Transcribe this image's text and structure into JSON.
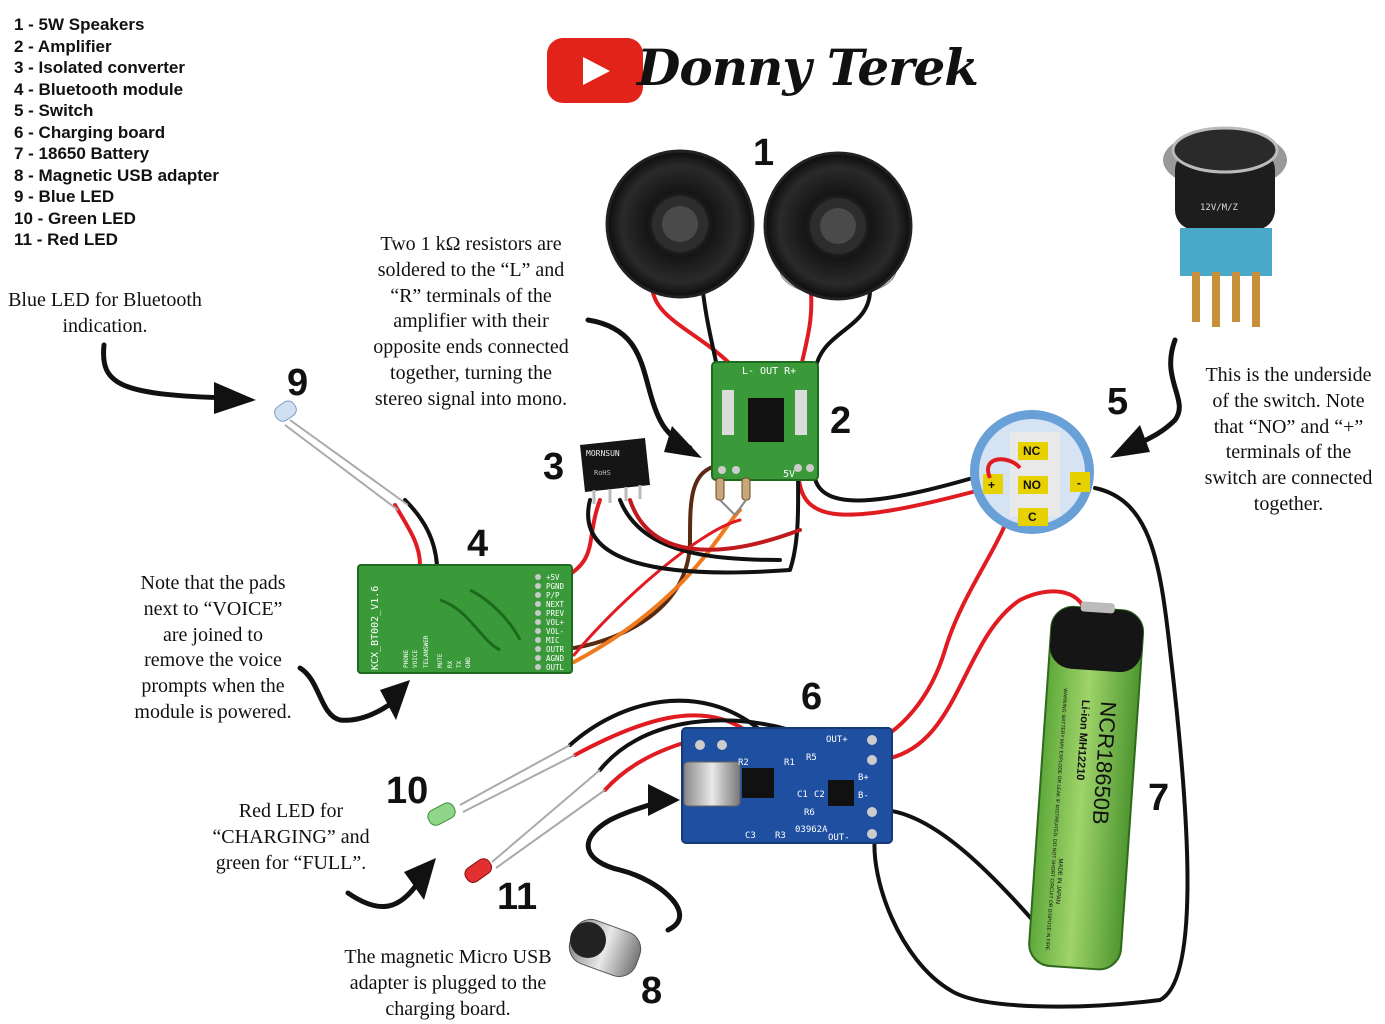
{
  "brand": {
    "name": "Donny Terek",
    "colors": {
      "youtube_red": "#e2231a",
      "pcb_green": "#3a9a3a",
      "pcb_blue": "#1f4fa0",
      "wire_red": "#e11b22",
      "wire_black": "#111111",
      "wire_brown": "#5a2a12",
      "wire_orange": "#f07a1e",
      "battery_green": "#7cc24c"
    }
  },
  "legend": [
    "1 - 5W Speakers",
    "2 - Amplifier",
    "3 - Isolated converter",
    "4 - Bluetooth module",
    "5 - Switch",
    "6 - Charging board",
    "7 - 18650 Battery",
    "8 - Magnetic USB adapter",
    "9 - Blue LED",
    "10 - Green LED",
    "11 - Red LED"
  ],
  "notes": {
    "blue_led": [
      "Blue LED for Bluetooth",
      "indication."
    ],
    "resistors": [
      "Two 1 kΩ resistors are",
      "soldered to the “L” and",
      "“R” terminals of the",
      "amplifier with their",
      "opposite ends connected",
      "together, turning the",
      "stereo signal into mono."
    ],
    "switch_underside": [
      "This is the underside",
      "of the switch. Note",
      "that “NO” and  “+”",
      "terminals of the",
      "switch are connected",
      "together."
    ],
    "voice_pads": [
      "Note that the pads",
      "next to “VOICE”",
      "are joined to",
      "remove the voice",
      "prompts when the",
      "module is powered."
    ],
    "charging_leds": [
      "Red LED for",
      "“CHARGING” and",
      "green for “FULL”."
    ],
    "usb_adapter": [
      "The magnetic Micro USB",
      "adapter is plugged to the",
      "charging board."
    ]
  },
  "numbers": [
    "1",
    "2",
    "3",
    "4",
    "5",
    "6",
    "7",
    "8",
    "9",
    "10",
    "11"
  ],
  "labels": {
    "amp_out": "L- OUT R+",
    "amp_5v": "5V",
    "converter_brand": "MORNSUN",
    "converter_rohs": "RoHS",
    "bt_model": "KCX_BT002_V1.6",
    "bt_pins": [
      "+5V",
      "PGND",
      "P/P",
      "NEXT",
      "PREV",
      "VOL+",
      "VOL-",
      "MIC",
      "OUTR",
      "AGND",
      "OUTL"
    ],
    "bt_bottom": [
      "PHONE",
      "VOICE",
      "TELANSWER",
      "MUTE",
      "RX",
      "TX",
      "GND"
    ],
    "switch_terms": [
      "NC",
      "NO",
      "C",
      "+",
      "-"
    ],
    "switch_model": "12V/M/Z",
    "charger_labels": [
      "OUT+",
      "B+",
      "B-",
      "OUT-",
      "R5",
      "R2",
      "R1",
      "C1",
      "C2",
      "R6",
      "C3",
      "R3",
      "03962A"
    ],
    "battery_model": "NCR18650B",
    "battery_sub": "Li-ion  MH12210",
    "battery_warn": "WARNING: BATTERY MAY EXPLODE OR LEAK IF MISTREATED. DO NOT SHORT CIRCUIT OR DISPOSE IN FIRE.",
    "battery_made": "MADE IN JAPAN"
  },
  "icons": [
    "youtube-logo-icon",
    "arrow-icon"
  ]
}
